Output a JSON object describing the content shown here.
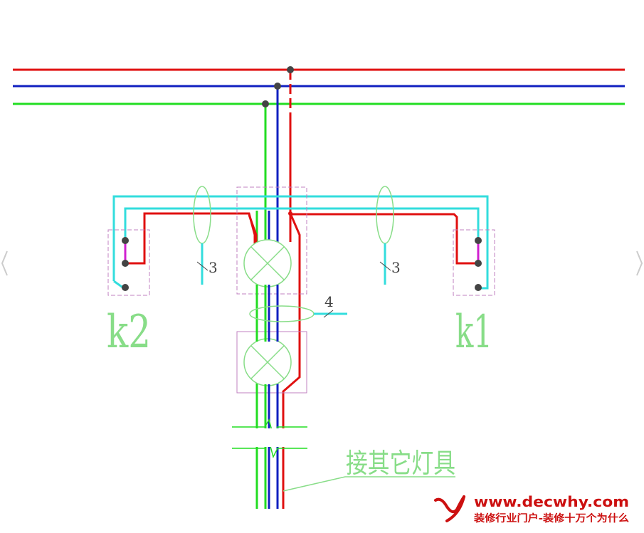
{
  "labels": {
    "switch_left": "k2",
    "switch_right": "k1",
    "bundle_left": "3",
    "bundle_right": "3",
    "bundle_center": "4",
    "connect_other": "接其它灯具"
  },
  "watermark": {
    "url": "www.decwhy.com",
    "tagline": "装修行业门户-装修十万个为什么"
  },
  "colors": {
    "live": "#e01010",
    "neutral": "#1020c0",
    "ground": "#22dd22",
    "traveler": "#33dddd",
    "box": "#c080c0",
    "label_green": "#88dd88",
    "jumper": "#d020d0",
    "node": "#444444",
    "watermark_red": "#cc1010"
  },
  "icons": {
    "lamp": "lamp-cross-icon",
    "nav_prev": "chevron-left-icon",
    "nav_next": "chevron-right-icon",
    "logo": "y-logo-icon"
  }
}
